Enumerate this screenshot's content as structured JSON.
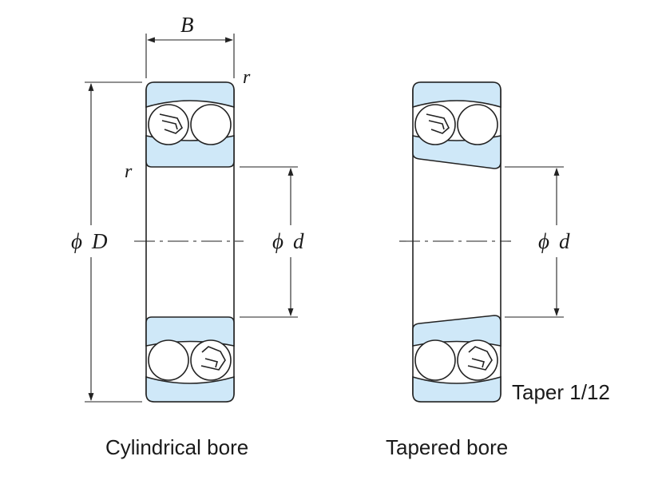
{
  "diagram": {
    "left": {
      "caption": "Cylindrical bore",
      "dim_B": "B",
      "dim_r_top": "r",
      "dim_r_inner": "r",
      "dim_D_phi": "ϕ",
      "dim_D": "D",
      "dim_d_phi": "ϕ",
      "dim_d": "d"
    },
    "right": {
      "caption": "Tapered bore",
      "dim_d_phi": "ϕ",
      "dim_d": "d",
      "taper_note": "Taper 1/12"
    },
    "colors": {
      "ring_fill": "#cfe8f8",
      "line": "#222222",
      "ball_fill": "#ffffff"
    }
  }
}
